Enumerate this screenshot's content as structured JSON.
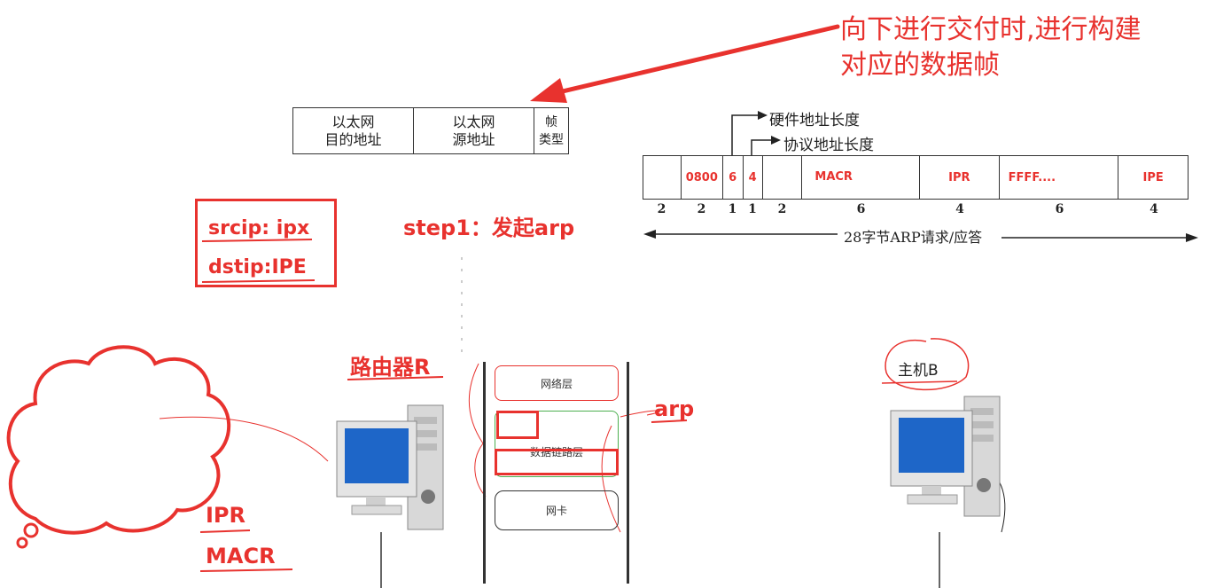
{
  "annotation_top": {
    "line1": "向下进行交付时,进行构建",
    "line2": "对应的数据帧"
  },
  "step1": "step1：发起arp",
  "src_box": {
    "srcip": "srcip: ipx",
    "dstip": "dstip:IPE"
  },
  "ethernet_header": {
    "dest_line1": "以太网",
    "dest_line2": "目的地址",
    "src_line1": "以太网",
    "src_line2": "源地址",
    "type_line1": "帧",
    "type_line2": "类型"
  },
  "arp_packet": {
    "hw_addr_len_label": "硬件地址长度",
    "proto_addr_len_label": "协议地址长度",
    "fields": [
      "",
      "0800",
      "6",
      "4",
      "",
      "MACR",
      "IPR",
      "FFFF....",
      "IPE"
    ],
    "sizes": [
      "2",
      "2",
      "1",
      "1",
      "2",
      "6",
      "4",
      "6",
      "4"
    ],
    "total_label": "28字节ARP请求/应答"
  },
  "router": {
    "title": "路由器R",
    "ipr": "IPR",
    "macr": "MACR",
    "layers": {
      "network": "网络层",
      "datalink": "数据链路层",
      "nic": "网卡"
    },
    "arp": "arp"
  },
  "host_b": {
    "title": "主机B"
  },
  "colors": {
    "annotation_red": "#e8322e",
    "monitor_blue": "#1e66c8",
    "case_gray": "#d8d8d8"
  }
}
